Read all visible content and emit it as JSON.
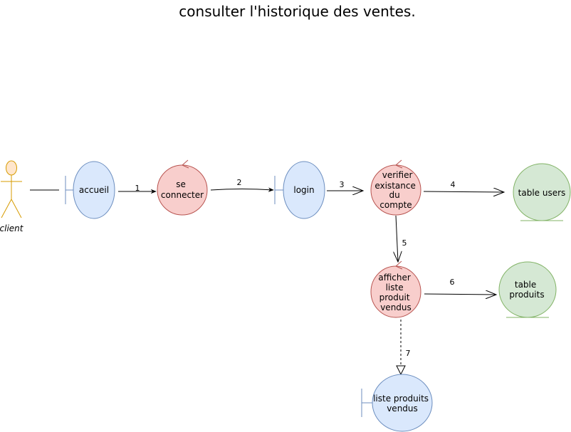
{
  "title": "consulter l'historique des ventes.",
  "actor": {
    "label": "client"
  },
  "colors": {
    "boundary_fill": "#dae8fc",
    "boundary_stroke": "#6c8ebf",
    "control_fill": "#f8cecc",
    "control_stroke": "#b85450",
    "entity_fill": "#d5e8d4",
    "entity_stroke": "#82b366",
    "actor_fill": "#ffe6cc",
    "actor_stroke": "#d79b00"
  },
  "nodes": {
    "accueil": {
      "type": "boundary",
      "lines": [
        "accueil"
      ]
    },
    "se_connecter": {
      "type": "control",
      "lines": [
        "se",
        "connecter"
      ]
    },
    "login": {
      "type": "boundary",
      "lines": [
        "login"
      ]
    },
    "verifier": {
      "type": "control",
      "lines": [
        "verifier",
        "existance",
        "du",
        "compte"
      ]
    },
    "table_users": {
      "type": "entity",
      "lines": [
        "table users"
      ]
    },
    "afficher": {
      "type": "control",
      "lines": [
        "afficher",
        "liste",
        "produit",
        "vendus"
      ]
    },
    "table_produits": {
      "type": "entity",
      "lines": [
        "table",
        "produits"
      ]
    },
    "liste_produits": {
      "type": "boundary",
      "lines": [
        "liste produits",
        "vendus"
      ]
    }
  },
  "edges": [
    {
      "from": "client",
      "to": "accueil",
      "label": ""
    },
    {
      "from": "accueil",
      "to": "se_connecter",
      "label": "1"
    },
    {
      "from": "se_connecter",
      "to": "login",
      "label": "2"
    },
    {
      "from": "login",
      "to": "verifier",
      "label": "3"
    },
    {
      "from": "verifier",
      "to": "table_users",
      "label": "4"
    },
    {
      "from": "verifier",
      "to": "afficher",
      "label": "5"
    },
    {
      "from": "afficher",
      "to": "table_produits",
      "label": "6"
    },
    {
      "from": "afficher",
      "to": "liste_produits",
      "label": "7",
      "style": "dashed"
    }
  ]
}
